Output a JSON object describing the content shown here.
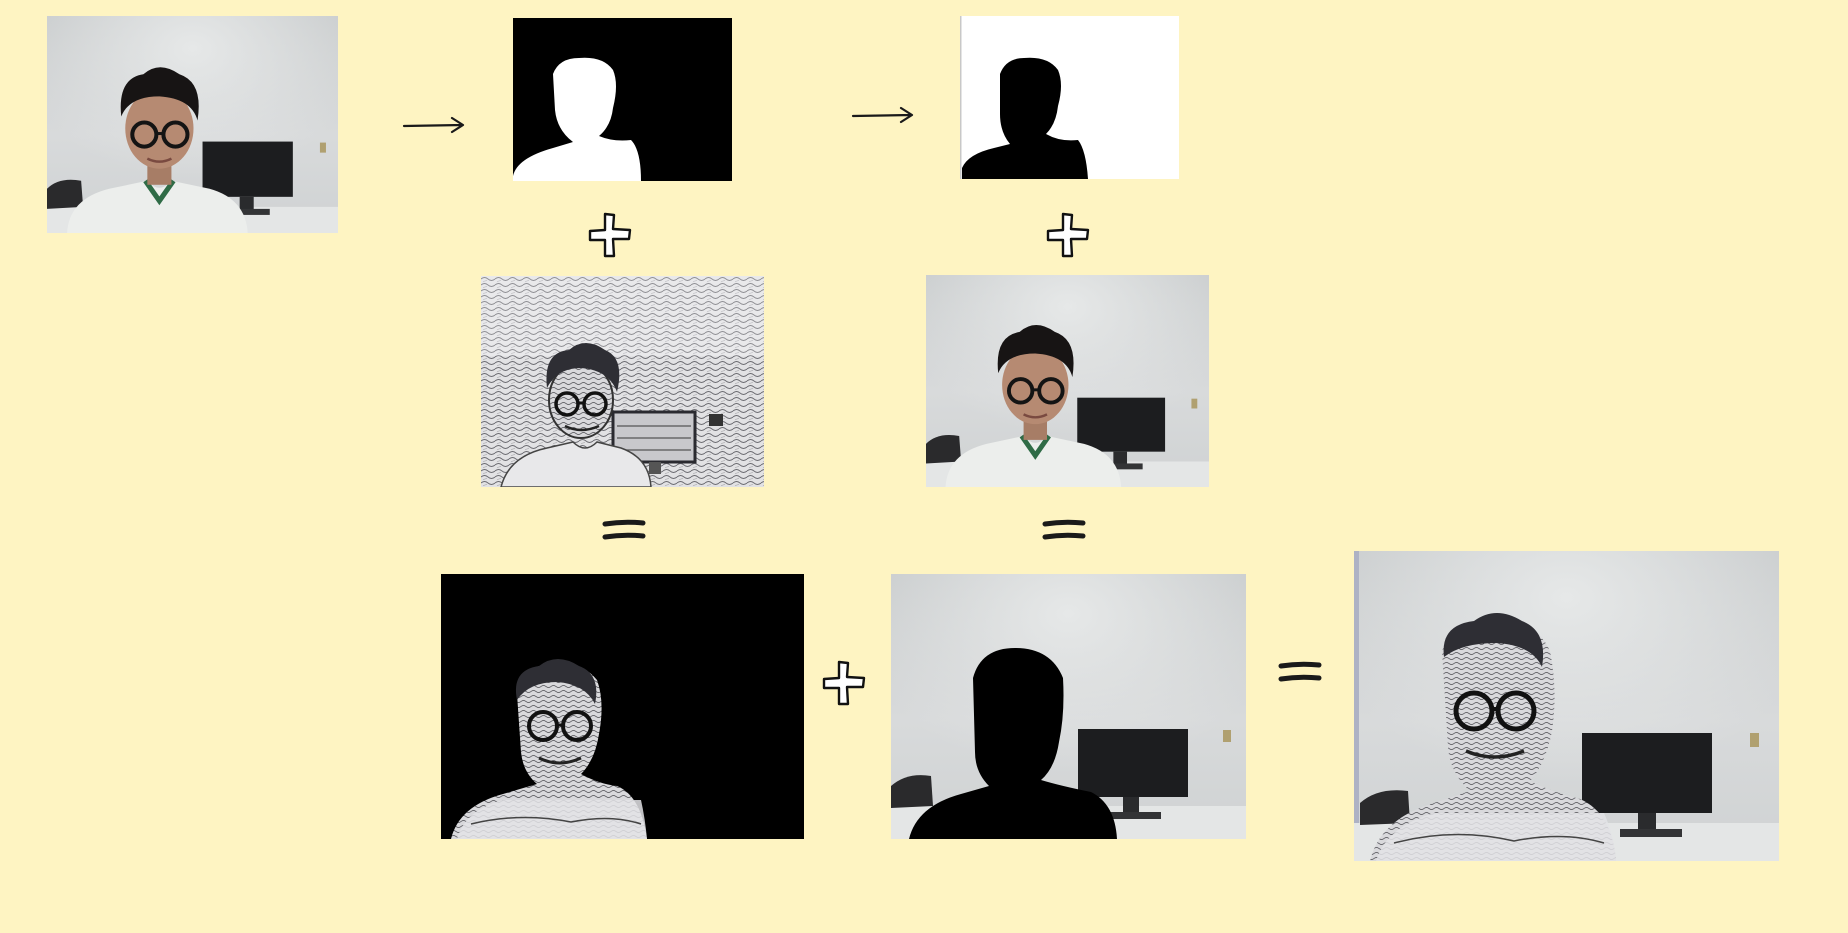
{
  "diagram": {
    "description_free": true,
    "colors": {
      "background": "#fef4c2",
      "mask_black": "#000000",
      "mask_white": "#ffffff",
      "room_wall": "#d3d6d6",
      "floor": "#e4e6e6",
      "monitor": "#1c1d1f",
      "shirt": "#eceeec",
      "shirt_trim": "#2f6b46",
      "skin": "#b68a72",
      "hair": "#171414",
      "sketch_light": "#e6e6e8",
      "sketch_dark": "#3a3a40"
    },
    "symbols": [
      "arrow-right",
      "arrow-right",
      "plus",
      "plus",
      "equals",
      "equals",
      "plus",
      "equals"
    ]
  }
}
